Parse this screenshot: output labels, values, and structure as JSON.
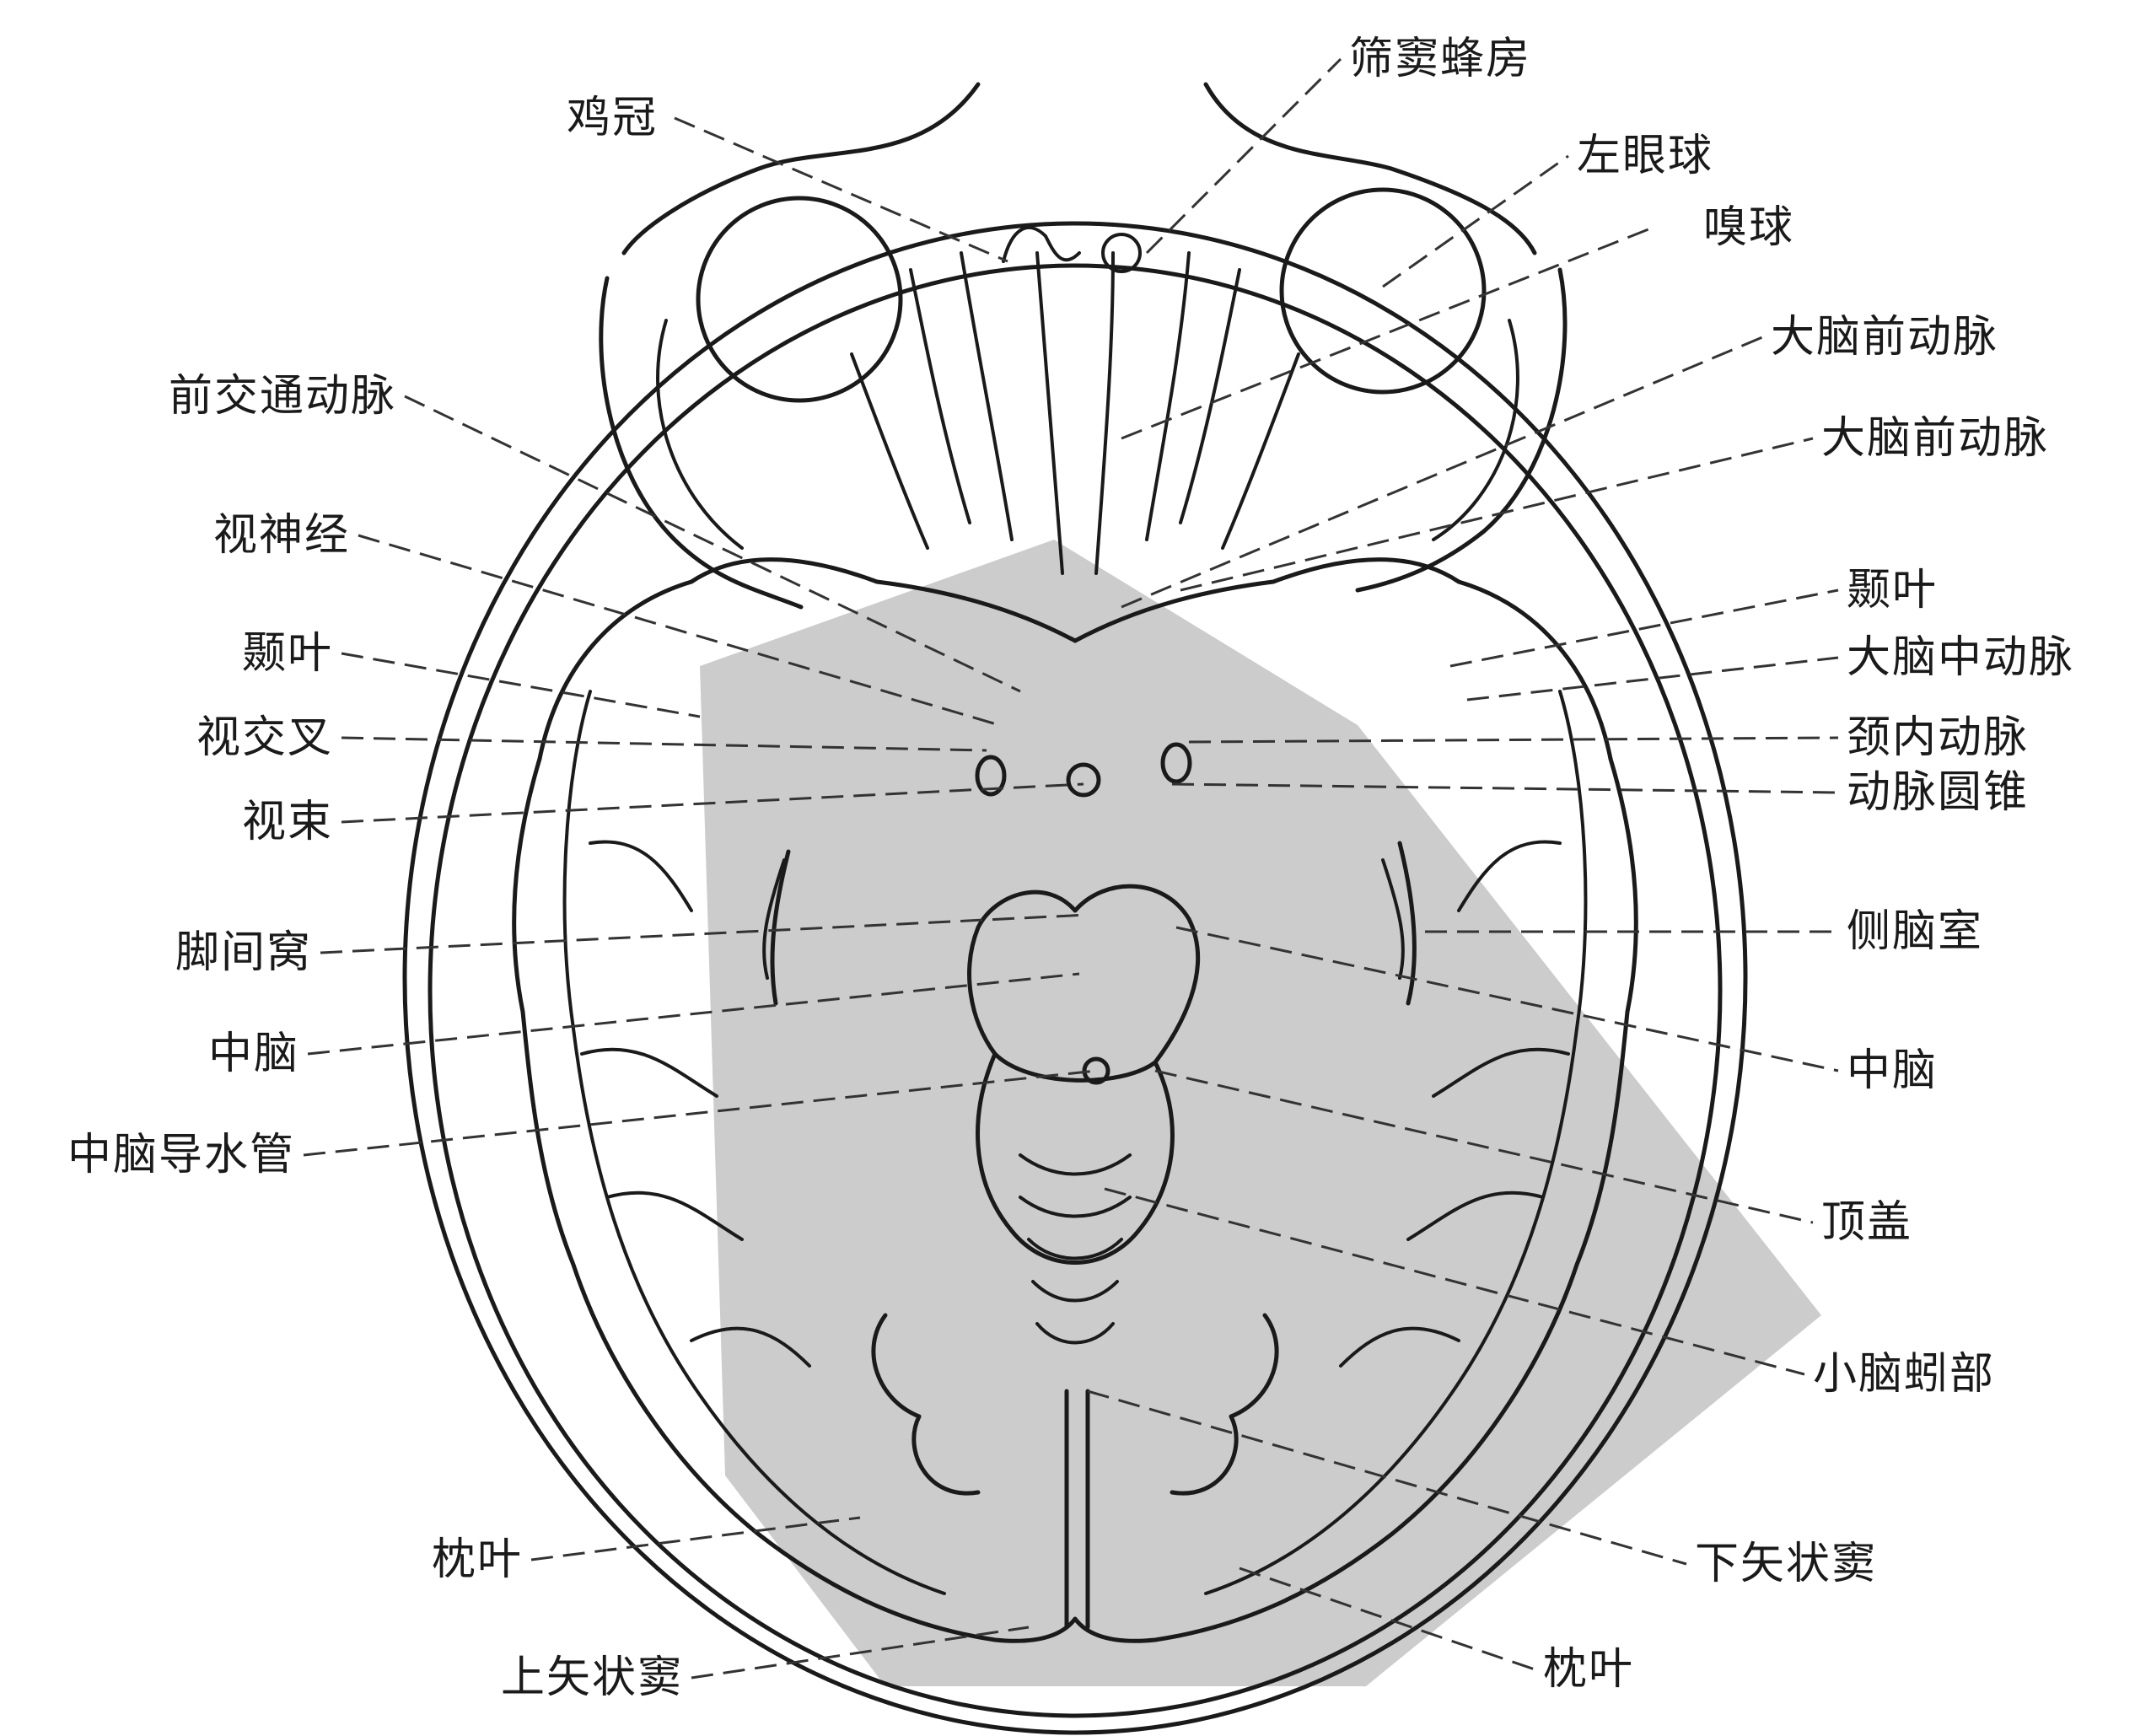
{
  "figure": {
    "labels_left": [
      "鸡冠",
      "前交通动脉",
      "视神经",
      "颞叶",
      "视交叉",
      "视束",
      "脚间窝",
      "中脑",
      "中脑导水管",
      "枕叶",
      "上矢状窦"
    ],
    "labels_right": [
      "筛窦蜂房",
      "左眼球",
      "嗅球",
      "大脑前动脉",
      "大脑前动脉",
      "颞叶",
      "大脑中动脉",
      "颈内动脉",
      "动脉圆锥",
      "侧脑室",
      "中脑",
      "顶盖",
      "小脑蚓部",
      "下矢状窦",
      "枕叶"
    ]
  },
  "colors": {
    "line": "#1a1a1a",
    "watermark": "#c9c9c9"
  }
}
